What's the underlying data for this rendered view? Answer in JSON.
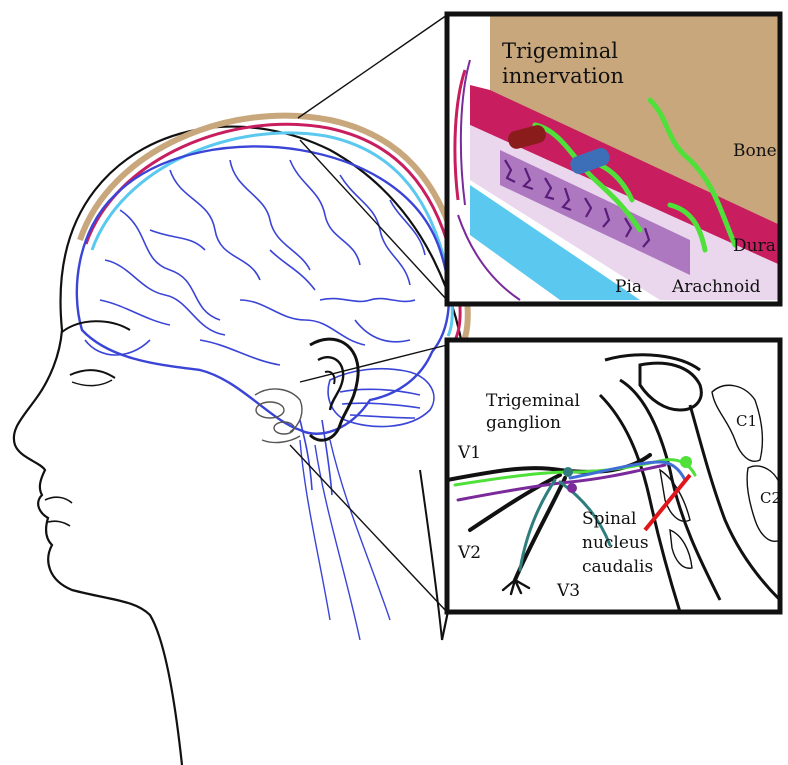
{
  "inset_top": {
    "title_line1": "Trigeminal",
    "title_line2": "innervation",
    "labels": {
      "bone": "Bone",
      "dura": "Dura",
      "arachnoid": "Arachnoid",
      "pia": "Pia"
    }
  },
  "inset_bottom": {
    "ganglion_line1": "Trigeminal",
    "ganglion_line2": "ganglion",
    "v1": "V1",
    "v2": "V2",
    "v3": "V3",
    "spinal_line1": "Spinal",
    "spinal_line2": "nucleus",
    "spinal_line3": "caudalis",
    "c1": "C1",
    "c2": "C2"
  },
  "colors": {
    "bone": "#c9a77c",
    "dura": "#c81e5f",
    "arachnoid": "#ead7ee",
    "pia": "#5ac8ef",
    "nerve_green": "#4fe03a",
    "nerve_blue": "#3f6fd6",
    "nerve_purple": "#7a2a9a",
    "brain_blue": "#3a44d6",
    "pointer_red": "#e0161b"
  }
}
